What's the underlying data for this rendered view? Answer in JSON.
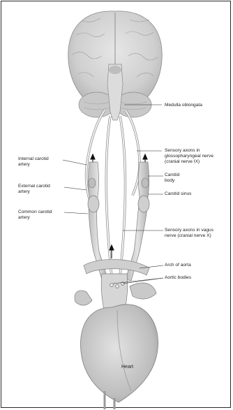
{
  "labels": {
    "medulla": "Medulla oblongata",
    "sensory_ix": "Sensory axons in glossopharyngeal nerve (cranial nerve IX)",
    "internal_carotid": "Internal carotid artery",
    "carotid_body": "Carotid body",
    "external_carotid": "External carotid artery",
    "carotid_sinus": "Carotid sinus",
    "common_carotid": "Common carotid artery",
    "sensory_x": "Sensory axons in vagus nerve (cranial nerve X)",
    "arch_aorta": "Arch of aorta",
    "aortic_bodies": "Aortic bodies",
    "heart": "Heart"
  },
  "colors": {
    "tissue": "#d9d9d9",
    "tissue_dark": "#a9a9a9",
    "line": "#333333",
    "nerve": "#f2f2f2"
  }
}
